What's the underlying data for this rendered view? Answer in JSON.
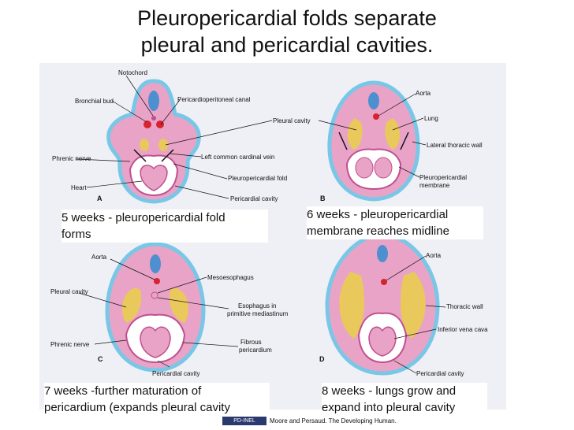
{
  "title": {
    "line1": "Pleuropericardial folds separate",
    "line2": "pleural and pericardial cavities."
  },
  "panels": {
    "a": {
      "letter": "A",
      "caption_line1": "5 weeks - pleuropericardial fold",
      "caption_line2": "forms",
      "labels": {
        "notochord": "Notochord",
        "bronchial_bud": "Bronchial bud",
        "pericardioperitoneal_canal": "Pericardioperitoneal canal",
        "pleural_cavity": "Pleural cavity",
        "phrenic_nerve": "Phrenic nerve",
        "left_common_cardinal_vein": "Left common cardinal vein",
        "pleuropericardial_fold": "Pleuropericardial fold",
        "heart": "Heart",
        "pericardial_cavity": "Pericardial cavity"
      }
    },
    "b": {
      "letter": "B",
      "caption_line1": "6 weeks - pleuropericardial",
      "caption_line2": "membrane reaches midline",
      "labels": {
        "aorta": "Aorta",
        "lung": "Lung",
        "lateral_thoracic_wall": "Lateral thoracic wall",
        "pleuropericardial_membrane_1": "Pleuropericardial",
        "pleuropericardial_membrane_2": "membrane"
      }
    },
    "c": {
      "letter": "C",
      "caption_line1": "7 weeks -further maturation of",
      "caption_line2": "pericardium (expands pleural cavity",
      "labels": {
        "aorta": "Aorta",
        "mesoesophagus": "Mesoesophagus",
        "pleural_cavity": "Pleural cavity",
        "esophagus_1": "Esophagus in",
        "esophagus_2": "primitive mediastinum",
        "phrenic_nerve": "Phrenic nerve",
        "fibrous_1": "Fibrous",
        "fibrous_2": "pericardium",
        "pericardial_cavity": "Pericardial cavity"
      }
    },
    "d": {
      "letter": "D",
      "caption_line1": "8 weeks - lungs grow and",
      "caption_line2": "expand into pleural cavity",
      "labels": {
        "aorta": "Aorta",
        "thoracic_wall": "Thoracic wall",
        "inferior_vena_cava": "Inferior vena cava",
        "pericardial_cavity": "Pericardial cavity"
      }
    }
  },
  "footer": {
    "logo": "PD-INEL",
    "credit": "Moore and Persaud. The Developing Human."
  },
  "colors": {
    "body": "#e9a3c7",
    "body_edge": "#c04f8e",
    "skin": "#79c7e6",
    "lung": "#e9c85c",
    "cavity": "#ffffff",
    "vessel": "#d8222e",
    "cord": "#4e8fd0"
  }
}
